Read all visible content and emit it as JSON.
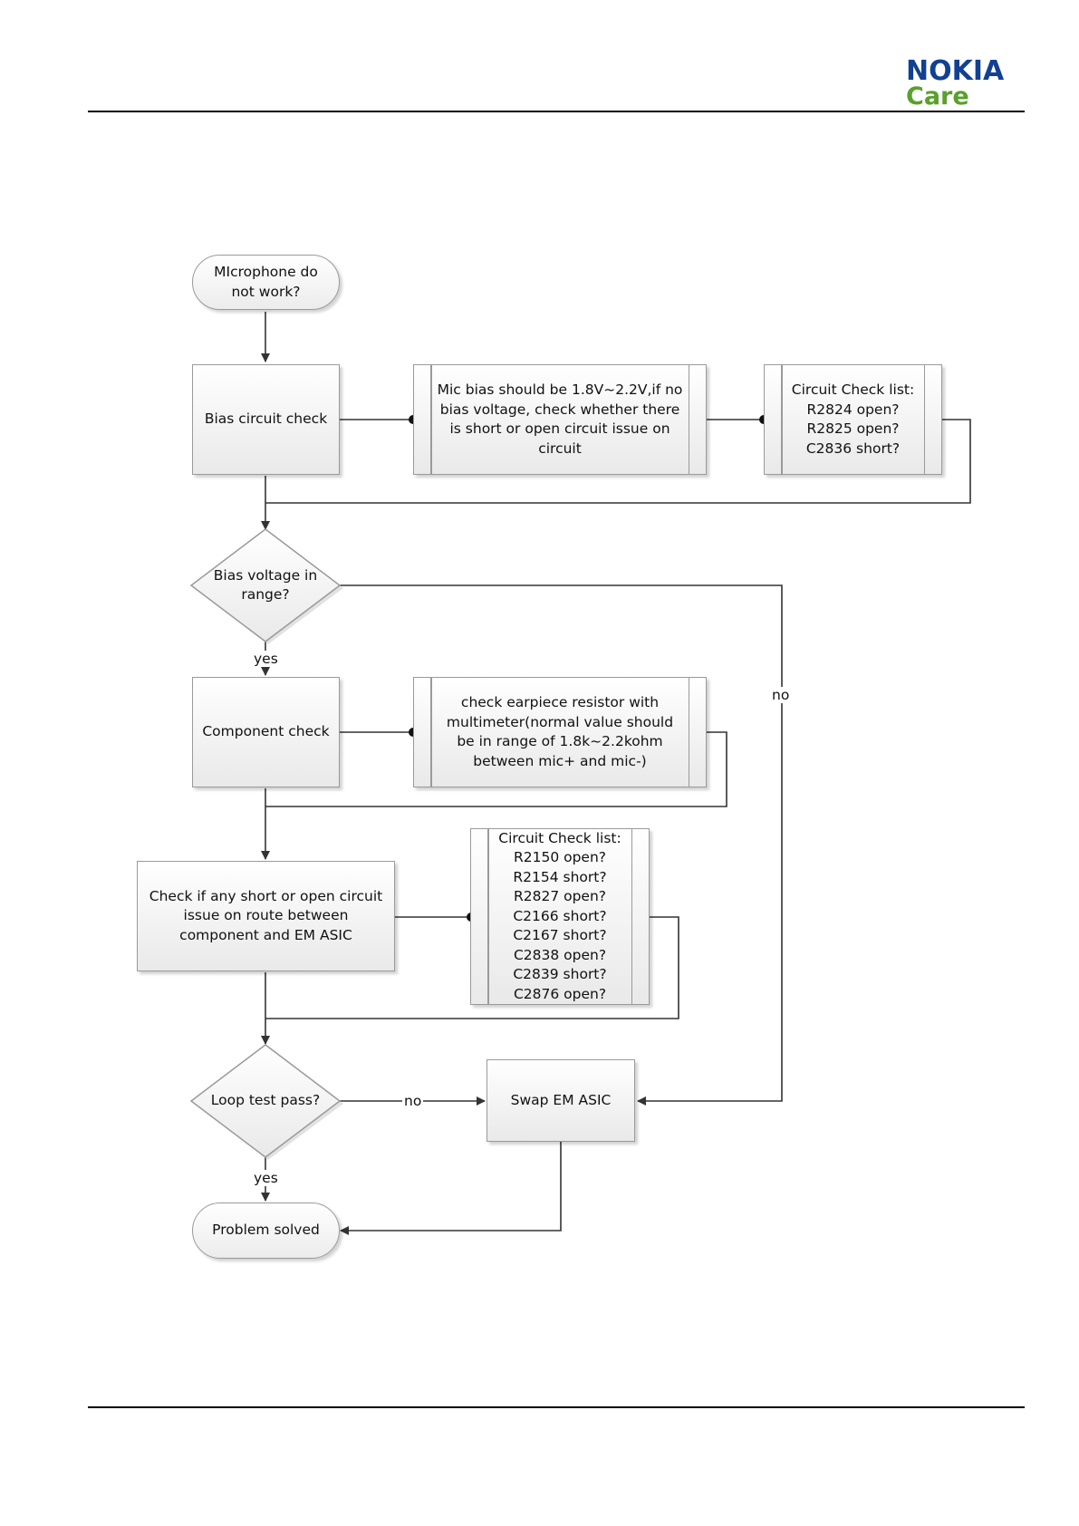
{
  "header": {
    "brand": "NOKIA",
    "brand_sub": "Care",
    "brand_color": "#124191",
    "brand_sub_color": "#5aa02c"
  },
  "nodes": {
    "start": "MIcrophone  do not work?",
    "bias_check": "Bias circuit check",
    "mic_bias_note": "Mic bias should be 1.8V~2.2V,if no bias voltage, check whether there is short or open circuit issue on circuit",
    "bias_list": [
      "Circuit Check list:",
      "R2824 open?",
      "R2825 open?",
      "C2836 short?"
    ],
    "bias_decision": "Bias voltage in range?",
    "component_check": "Component check",
    "earpiece_note": "check earpiece resistor with multimeter(normal value should be in range of 1.8k~2.2kohm between mic+ and mic-)",
    "route_check": "Check if any short or open circuit issue on route between component and EM ASIC",
    "route_list": [
      "Circuit Check list:",
      "R2150 open?",
      "R2154 short?",
      "R2827 open?",
      "C2166 short?",
      "C2167 short?",
      "C2838 open?",
      "C2839 short?",
      "C2876 open?"
    ],
    "loop_decision": "Loop test pass?",
    "swap": "Swap EM ASIC",
    "end": "Problem solved"
  },
  "edge_labels": {
    "bias_yes": "yes",
    "bias_no": "no",
    "loop_no": "no",
    "loop_yes": "yes"
  }
}
